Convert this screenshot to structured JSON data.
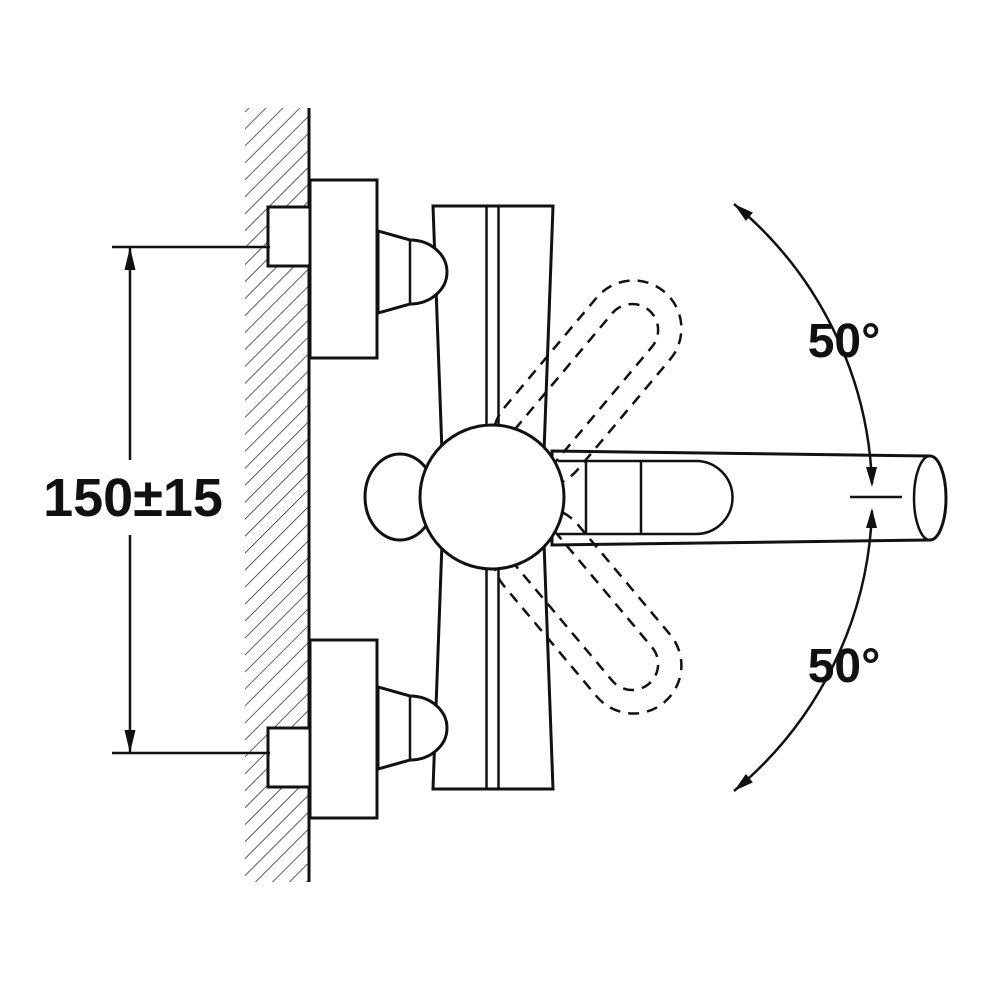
{
  "diagram": {
    "background_color": "#ffffff",
    "line_color": "#111111",
    "labels": {
      "mounting_distance": "150±15",
      "upper_angle": "50°",
      "lower_angle": "50°"
    }
  }
}
